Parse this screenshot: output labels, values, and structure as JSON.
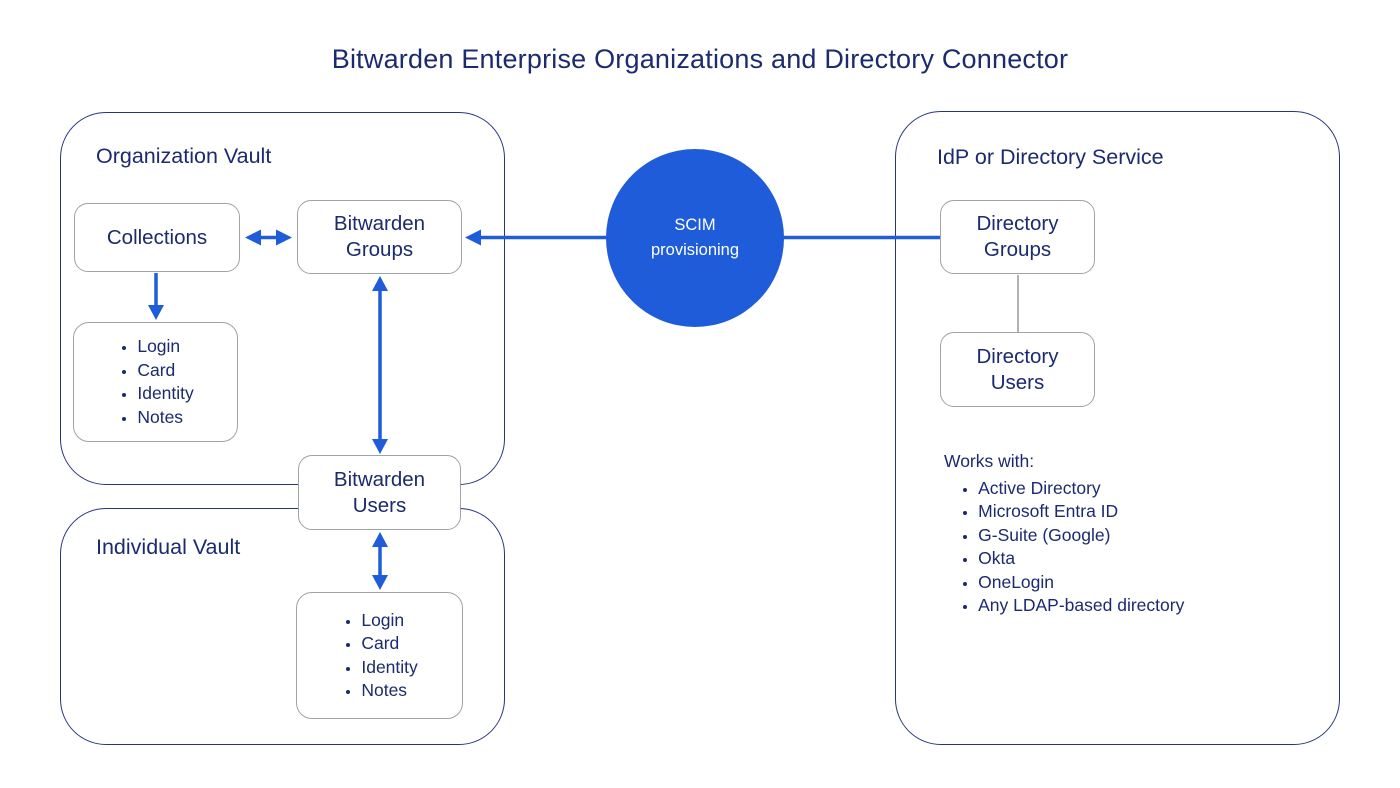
{
  "title": "Bitwarden Enterprise Organizations and Directory Connector",
  "organization_vault": {
    "label": "Organization Vault",
    "collections_label": "Collections",
    "bitwarden_groups_label": "Bitwarden Groups",
    "item_types": [
      "Login",
      "Card",
      "Identity",
      "Notes"
    ]
  },
  "bitwarden_users_label": "Bitwarden Users",
  "individual_vault": {
    "label": "Individual Vault",
    "item_types": [
      "Login",
      "Card",
      "Identity",
      "Notes"
    ]
  },
  "scim_circle": {
    "label": "SCIM provisioning"
  },
  "idp": {
    "label": "IdP or Directory Service",
    "directory_groups_label": "Directory Groups",
    "directory_users_label": "Directory Users",
    "works_with_heading": "Works with:",
    "works_with_items": [
      "Active Directory",
      "Microsoft Entra ID",
      "G-Suite (Google)",
      "Okta",
      "OneLogin",
      "Any LDAP-based directory"
    ]
  },
  "colors": {
    "navy_text": "#1c2a6e",
    "container_border": "#27357f",
    "box_border_gray": "#9fa3a7",
    "connector_blue": "#1e5cd9",
    "connector_gray": "#b3b3b3",
    "scim_fill": "#1e5cd9",
    "background": "#ffffff"
  }
}
